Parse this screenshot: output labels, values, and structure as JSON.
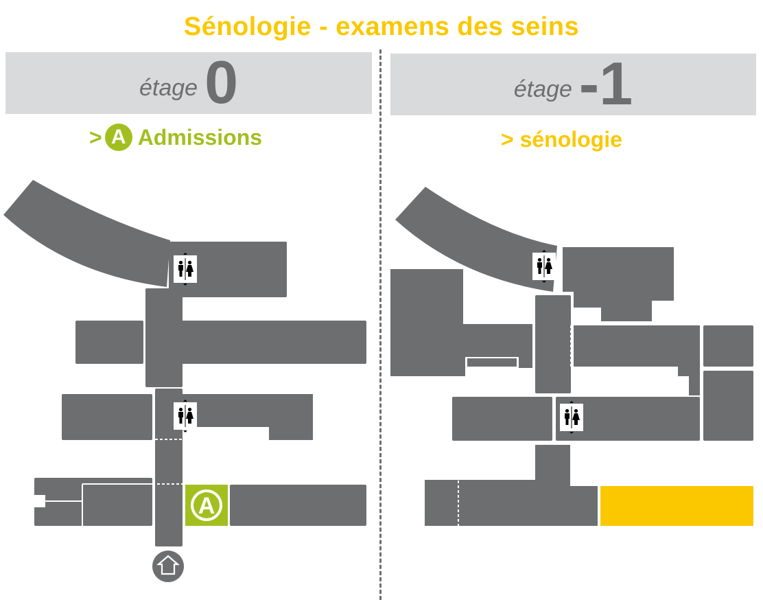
{
  "title": "Sénologie - examens des seins",
  "colors": {
    "title": "#fbc800",
    "building": "#6d6e70",
    "admissions": "#a2bf1f",
    "destination": "#fbc800",
    "floor_box": "#d9dadb"
  },
  "left_floor": {
    "word": "étage",
    "number": "0",
    "label_prefix": ">",
    "badge_letter": "A",
    "label": "Admissions",
    "admissions_badge_letter": "A",
    "icons": [
      "restroom-icon",
      "restroom-icon",
      "admissions-icon",
      "entrance-icon"
    ]
  },
  "right_floor": {
    "word": "étage",
    "number": "-1",
    "label": "> sénologie",
    "icons": [
      "restroom-icon",
      "restroom-icon"
    ],
    "highlighted_area": "sénologie"
  }
}
